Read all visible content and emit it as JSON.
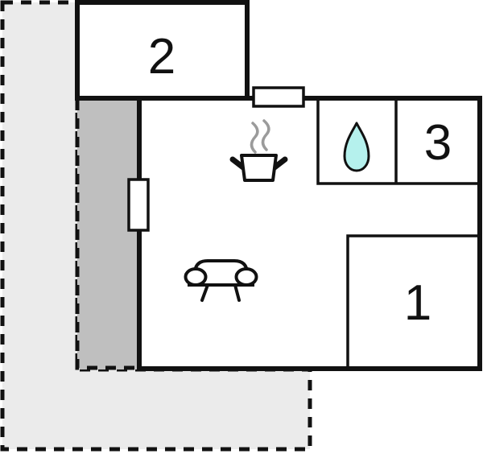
{
  "diagram": {
    "type": "floor-plan",
    "background": "#ffffff",
    "colors": {
      "wall": "#111111",
      "terrace_fill": "#ebebeb",
      "patio_fill": "#bfbfbf",
      "water_drop": "#b5f1ed",
      "steam": "#9b9b9b"
    },
    "rooms": [
      {
        "id": "room-1",
        "label": "1"
      },
      {
        "id": "room-2",
        "label": "2"
      },
      {
        "id": "room-3",
        "label": "3"
      }
    ],
    "areas": [
      {
        "id": "terrace",
        "outline": "dashed"
      },
      {
        "id": "covered-terrace",
        "outline": "dashed"
      }
    ],
    "icons": [
      {
        "name": "cooking-pot-icon"
      },
      {
        "name": "steam-icon"
      },
      {
        "name": "water-drop-icon"
      },
      {
        "name": "sofa-icon"
      }
    ],
    "windows": [
      {
        "id": "top-window"
      },
      {
        "id": "left-window"
      }
    ]
  }
}
